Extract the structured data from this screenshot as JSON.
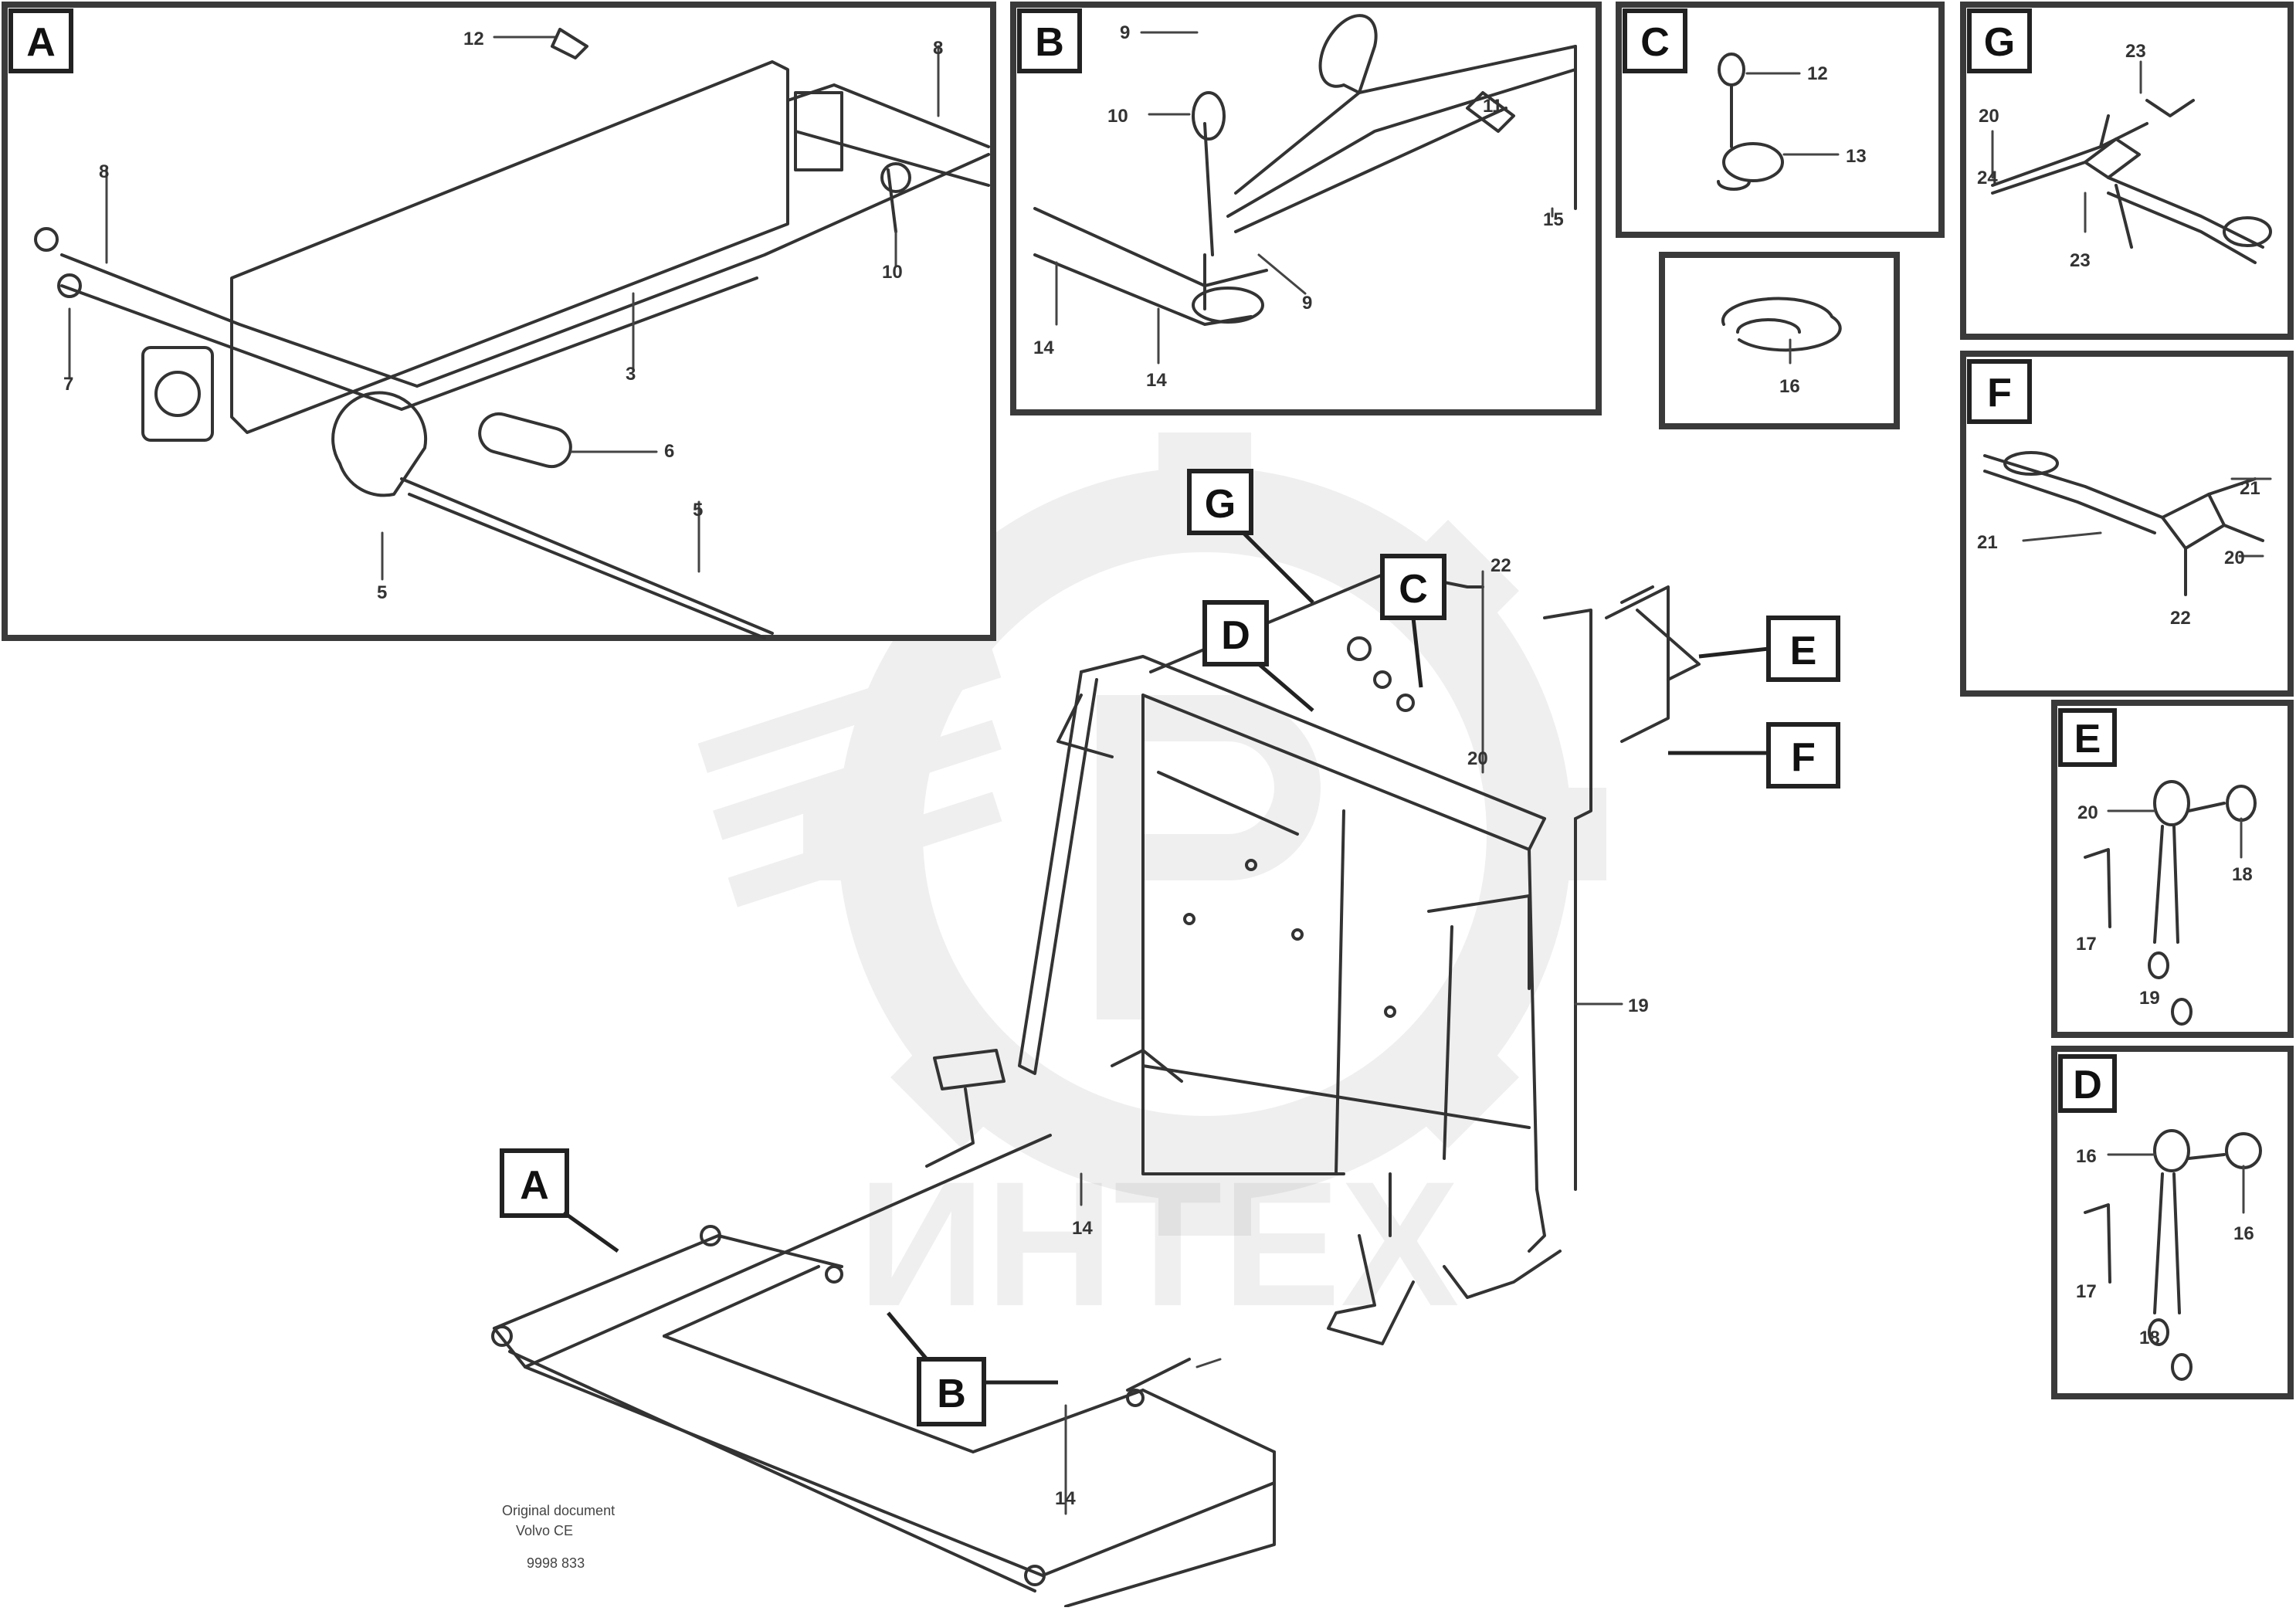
{
  "watermark": "ИНТЕХ",
  "section_labels": [
    "A",
    "B",
    "C",
    "D",
    "E",
    "F",
    "G"
  ],
  "panels": {
    "A": {
      "label": "A",
      "numbers": [
        "12",
        "8",
        "8",
        "7",
        "3",
        "6",
        "5",
        "5",
        "10"
      ]
    },
    "B": {
      "label": "B",
      "numbers": [
        "9",
        "10",
        "15",
        "14",
        "14",
        "9",
        "11"
      ]
    },
    "C": {
      "label": "C",
      "numbers": [
        "12",
        "13"
      ]
    },
    "C2": {
      "numbers": [
        "16"
      ]
    },
    "G": {
      "label": "G",
      "numbers": [
        "23",
        "20",
        "24",
        "23"
      ]
    },
    "F": {
      "label": "F",
      "numbers": [
        "21",
        "21",
        "20",
        "22"
      ]
    },
    "E": {
      "label": "E",
      "numbers": [
        "20",
        "18",
        "17",
        "19"
      ]
    },
    "D": {
      "label": "D",
      "numbers": [
        "16",
        "16",
        "17",
        "18"
      ]
    }
  },
  "main": {
    "callouts": [
      "G",
      "C",
      "D",
      "E",
      "F",
      "A",
      "B"
    ],
    "numbers": [
      "22",
      "20",
      "19",
      "14",
      "14"
    ]
  },
  "footer": {
    "line1": "Original document",
    "line2": "Volvo CE",
    "code": "9998 833"
  }
}
